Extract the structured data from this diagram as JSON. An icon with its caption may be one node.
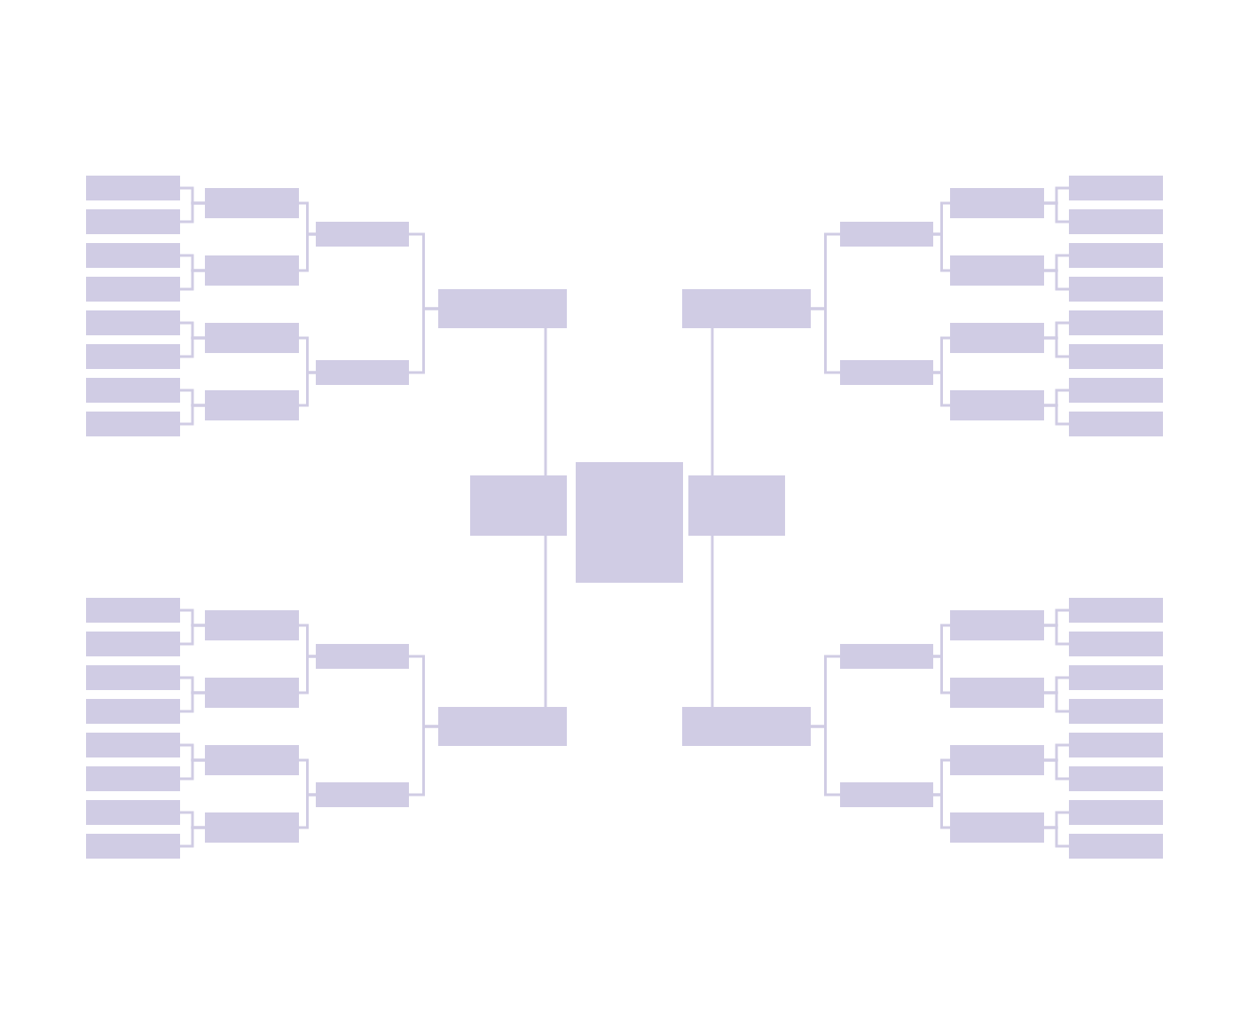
{
  "diagram": {
    "nodes": [
      {
        "text": [],
        "shape": "box"
      },
      {
        "text": [],
        "shape": "box"
      },
      {
        "text": [],
        "shape": "box"
      },
      {
        "text": [],
        "shape": "box"
      },
      {
        "text": [],
        "shape": "box"
      },
      {
        "text": [],
        "shape": "box"
      },
      {
        "text": [],
        "shape": "box"
      },
      {
        "text": [],
        "shape": "box"
      },
      {
        "text": [],
        "shape": "box"
      },
      {
        "text": [],
        "shape": "box"
      },
      {
        "text": [],
        "shape": "box"
      },
      {
        "text": [],
        "shape": "box"
      },
      {
        "text": [],
        "shape": "box"
      },
      {
        "text": [],
        "shape": "box"
      },
      {
        "text": [],
        "shape": "box"
      },
      {
        "text": [],
        "shape": "box"
      },
      {
        "text": [],
        "shape": "box"
      },
      {
        "text": [],
        "shape": "box"
      },
      {
        "text": [],
        "shape": "box"
      },
      {
        "text": [],
        "shape": "box"
      },
      {
        "text": [],
        "shape": "box"
      },
      {
        "text": [],
        "shape": "box"
      },
      {
        "text": [],
        "shape": "box"
      },
      {
        "text": [],
        "shape": "box"
      },
      {
        "text": [],
        "shape": "box"
      },
      {
        "text": [],
        "shape": "box"
      },
      {
        "text": [],
        "shape": "box"
      },
      {
        "text": [],
        "shape": "box"
      },
      {
        "text": [],
        "shape": "box"
      },
      {
        "text": [],
        "shape": "box"
      },
      {
        "text": [],
        "shape": "box"
      },
      {
        "text": [],
        "shape": "box"
      },
      {
        "text": [],
        "shape": "box"
      },
      {
        "text": [],
        "shape": "box"
      },
      {
        "text": [],
        "shape": "box"
      },
      {
        "text": [],
        "shape": "box"
      },
      {
        "text": [],
        "shape": "box"
      },
      {
        "text": [],
        "shape": "box"
      },
      {
        "text": [],
        "shape": "box"
      },
      {
        "text": [],
        "shape": "box"
      },
      {
        "text": [],
        "shape": "box"
      },
      {
        "text": [],
        "shape": "box"
      },
      {
        "text": [],
        "shape": "box"
      },
      {
        "text": [],
        "shape": "box"
      },
      {
        "text": [],
        "shape": "box"
      },
      {
        "text": [],
        "shape": "box"
      },
      {
        "text": [],
        "shape": "box"
      },
      {
        "text": [],
        "shape": "box"
      },
      {
        "text": [],
        "shape": "box"
      },
      {
        "text": [],
        "shape": "box"
      },
      {
        "text": [],
        "shape": "box"
      },
      {
        "text": [],
        "shape": "box"
      },
      {
        "text": [],
        "shape": "box"
      },
      {
        "text": [],
        "shape": "box"
      },
      {
        "text": [],
        "shape": "box"
      },
      {
        "text": [],
        "shape": "box"
      },
      {
        "text": [],
        "shape": "box"
      },
      {
        "text": [],
        "shape": "box"
      },
      {
        "text": [],
        "shape": "box"
      },
      {
        "text": [],
        "shape": "box"
      },
      {
        "text": [],
        "shape": "box"
      },
      {
        "text": [],
        "shape": "box"
      },
      {
        "text": [],
        "shape": "box"
      }
    ],
    "edges": [
      {
        "from": 0,
        "to": 2,
        "arrow": "none"
      },
      {
        "from": 4,
        "to": 2,
        "arrow": "none"
      },
      {
        "from": 8,
        "to": 10,
        "arrow": "none"
      },
      {
        "from": 12,
        "to": 10,
        "arrow": "none"
      },
      {
        "from": 16,
        "to": 18,
        "arrow": "none"
      },
      {
        "from": 20,
        "to": 18,
        "arrow": "none"
      },
      {
        "from": 24,
        "to": 26,
        "arrow": "none"
      },
      {
        "from": 28,
        "to": 26,
        "arrow": "none"
      },
      {
        "from": 2,
        "to": 6,
        "arrow": "none"
      },
      {
        "from": 10,
        "to": 6,
        "arrow": "none"
      },
      {
        "from": 18,
        "to": 22,
        "arrow": "none"
      },
      {
        "from": 26,
        "to": 22,
        "arrow": "none"
      },
      {
        "from": 6,
        "to": 14,
        "arrow": "none"
      },
      {
        "from": 22,
        "to": 14,
        "arrow": "none"
      },
      {
        "from": 1,
        "to": 3,
        "arrow": "none"
      },
      {
        "from": 5,
        "to": 3,
        "arrow": "none"
      },
      {
        "from": 9,
        "to": 11,
        "arrow": "none"
      },
      {
        "from": 13,
        "to": 11,
        "arrow": "none"
      },
      {
        "from": 17,
        "to": 19,
        "arrow": "none"
      },
      {
        "from": 21,
        "to": 19,
        "arrow": "none"
      },
      {
        "from": 25,
        "to": 27,
        "arrow": "none"
      },
      {
        "from": 29,
        "to": 27,
        "arrow": "none"
      },
      {
        "from": 3,
        "to": 7,
        "arrow": "none"
      },
      {
        "from": 11,
        "to": 7,
        "arrow": "none"
      },
      {
        "from": 19,
        "to": 23,
        "arrow": "none"
      },
      {
        "from": 27,
        "to": 23,
        "arrow": "none"
      },
      {
        "from": 7,
        "to": 15,
        "arrow": "none"
      },
      {
        "from": 23,
        "to": 15,
        "arrow": "none"
      },
      {
        "from": 33,
        "to": 35,
        "arrow": "none"
      },
      {
        "from": 37,
        "to": 35,
        "arrow": "none"
      },
      {
        "from": 41,
        "to": 43,
        "arrow": "none"
      },
      {
        "from": 45,
        "to": 43,
        "arrow": "none"
      },
      {
        "from": 49,
        "to": 51,
        "arrow": "none"
      },
      {
        "from": 53,
        "to": 51,
        "arrow": "none"
      },
      {
        "from": 57,
        "to": 59,
        "arrow": "none"
      },
      {
        "from": 61,
        "to": 59,
        "arrow": "none"
      },
      {
        "from": 35,
        "to": 39,
        "arrow": "none"
      },
      {
        "from": 43,
        "to": 39,
        "arrow": "none"
      },
      {
        "from": 51,
        "to": 55,
        "arrow": "none"
      },
      {
        "from": 59,
        "to": 55,
        "arrow": "none"
      },
      {
        "from": 39,
        "to": 47,
        "arrow": "none"
      },
      {
        "from": 55,
        "to": 47,
        "arrow": "none"
      },
      {
        "from": 34,
        "to": 36,
        "arrow": "none"
      },
      {
        "from": 38,
        "to": 36,
        "arrow": "none"
      },
      {
        "from": 42,
        "to": 44,
        "arrow": "none"
      },
      {
        "from": 46,
        "to": 44,
        "arrow": "none"
      },
      {
        "from": 50,
        "to": 52,
        "arrow": "none"
      },
      {
        "from": 54,
        "to": 52,
        "arrow": "none"
      },
      {
        "from": 58,
        "to": 60,
        "arrow": "none"
      },
      {
        "from": 62,
        "to": 60,
        "arrow": "none"
      },
      {
        "from": 36,
        "to": 40,
        "arrow": "none"
      },
      {
        "from": 44,
        "to": 40,
        "arrow": "none"
      },
      {
        "from": 52,
        "to": 56,
        "arrow": "none"
      },
      {
        "from": 60,
        "to": 56,
        "arrow": "none"
      },
      {
        "from": 40,
        "to": 48,
        "arrow": "none"
      },
      {
        "from": 56,
        "to": 48,
        "arrow": "none"
      },
      {
        "from": 14,
        "to": 31,
        "arrow": "none"
      },
      {
        "from": 47,
        "to": 31,
        "arrow": "none"
      },
      {
        "from": 15,
        "to": 32,
        "arrow": "none"
      },
      {
        "from": 48,
        "to": 32,
        "arrow": "none"
      }
    ]
  }
}
